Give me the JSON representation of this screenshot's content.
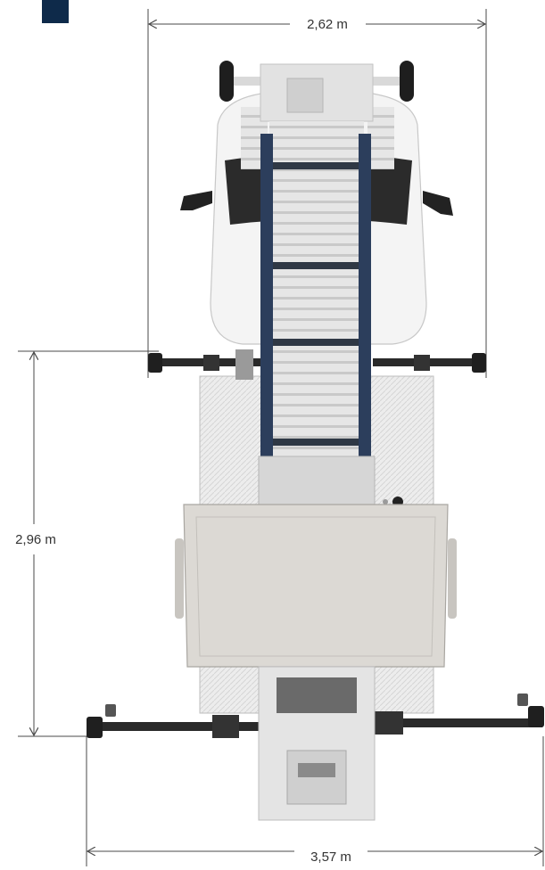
{
  "dimensions": {
    "width_top": "2,62 m",
    "height_left": "2,96 m",
    "width_bottom": "3,57 m"
  },
  "colors": {
    "brand": "#0e2a4a",
    "dimension_line": "#4a4a4a",
    "boom_frame": "#2c3e5c",
    "cab_white": "#f4f4f4",
    "platform_grey": "#dcd9d4",
    "chassis_grey": "#cfcfcf",
    "outrigger_dark": "#2a2a2a"
  },
  "icons": {
    "corner_mark": "brand-corner-block",
    "arrow": "dimension-arrow"
  }
}
